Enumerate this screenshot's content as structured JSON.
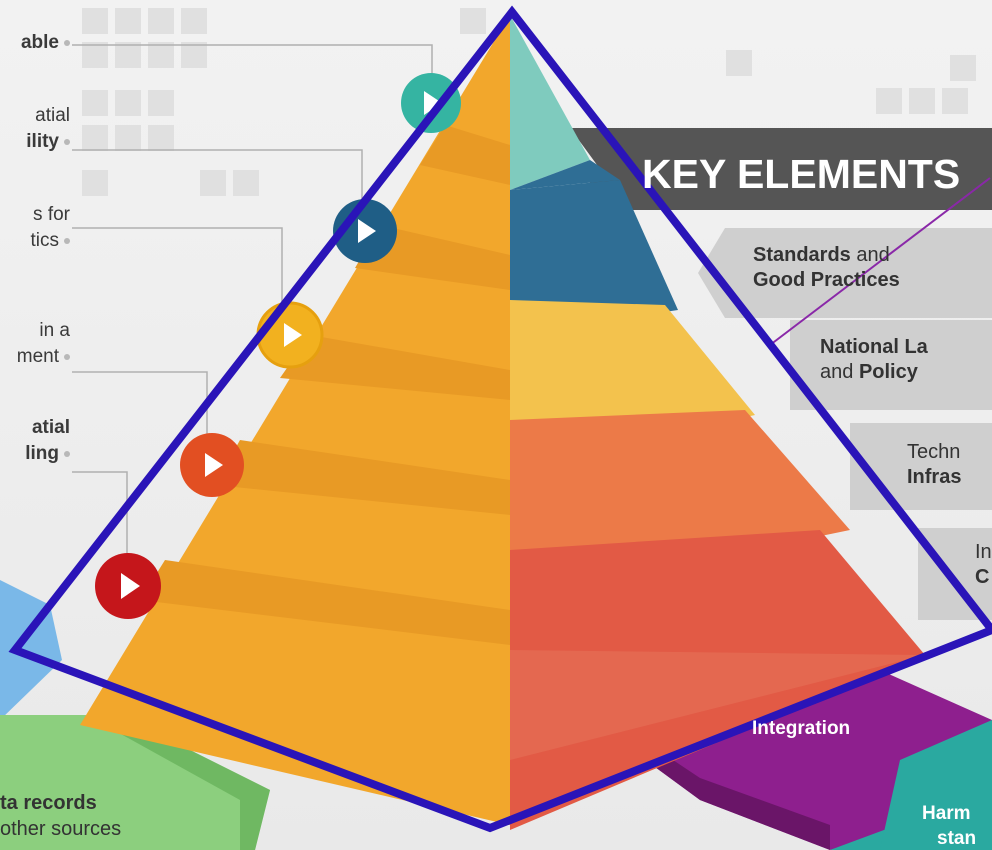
{
  "left_labels": [
    {
      "line1": "able",
      "line2": ""
    },
    {
      "line1": "atial",
      "line2": "ility"
    },
    {
      "line1": "s for",
      "line2": "tics"
    },
    {
      "line1": "in a",
      "line2": "ment"
    },
    {
      "line1": "atial",
      "line2": "ling"
    }
  ],
  "key_title": "KEY ELEMENTS",
  "elements": [
    {
      "line1_bold": "Standards",
      "line1_rest": " and",
      "line2": "Good Practices"
    },
    {
      "line1_bold": "National La",
      "line1_rest": "",
      "line2_pre": "and ",
      "line2_bold": "Policy"
    },
    {
      "line1": "Techn",
      "line2": "Infras"
    },
    {
      "line1": "In",
      "line2": "C"
    }
  ],
  "tiles": {
    "purple": "Integration",
    "teal_line1": "Harm",
    "teal_line2": "stan"
  },
  "green_tile": {
    "line1": "ta records",
    "line2": "other sources"
  },
  "colors": {
    "tier1": "#7fcbbe",
    "tier2": "#2f6e95",
    "tier3": "#f3b93a",
    "tier4": "#ec7a48",
    "tier5": "#e25a45",
    "left_face": "#f2a72c",
    "outline": "#2a14b8",
    "key_banner": "#555555",
    "purple_tile": "#8e1f8e",
    "teal_tile": "#2aa9a0",
    "green_tile": "#8ccf7e",
    "blue_tile": "#7ab8e8"
  }
}
